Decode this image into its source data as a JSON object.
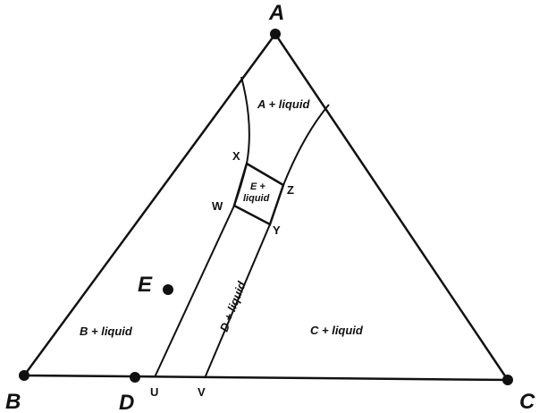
{
  "vertices": {
    "A": "A",
    "B": "B",
    "C": "C",
    "D": "D"
  },
  "points": {
    "E": "E",
    "U": "U",
    "V": "V",
    "W": "W",
    "X": "X",
    "Y": "Y",
    "Z": "Z"
  },
  "regions": {
    "a_liquid": "A + liquid",
    "b_liquid": "B + liquid",
    "c_liquid": "C + liquid",
    "d_liquid": "D + liquid",
    "e_liquid_line1": "E +",
    "e_liquid_line2": "liquid"
  },
  "colors": {
    "line": "#111111",
    "background": "#ffffff"
  }
}
